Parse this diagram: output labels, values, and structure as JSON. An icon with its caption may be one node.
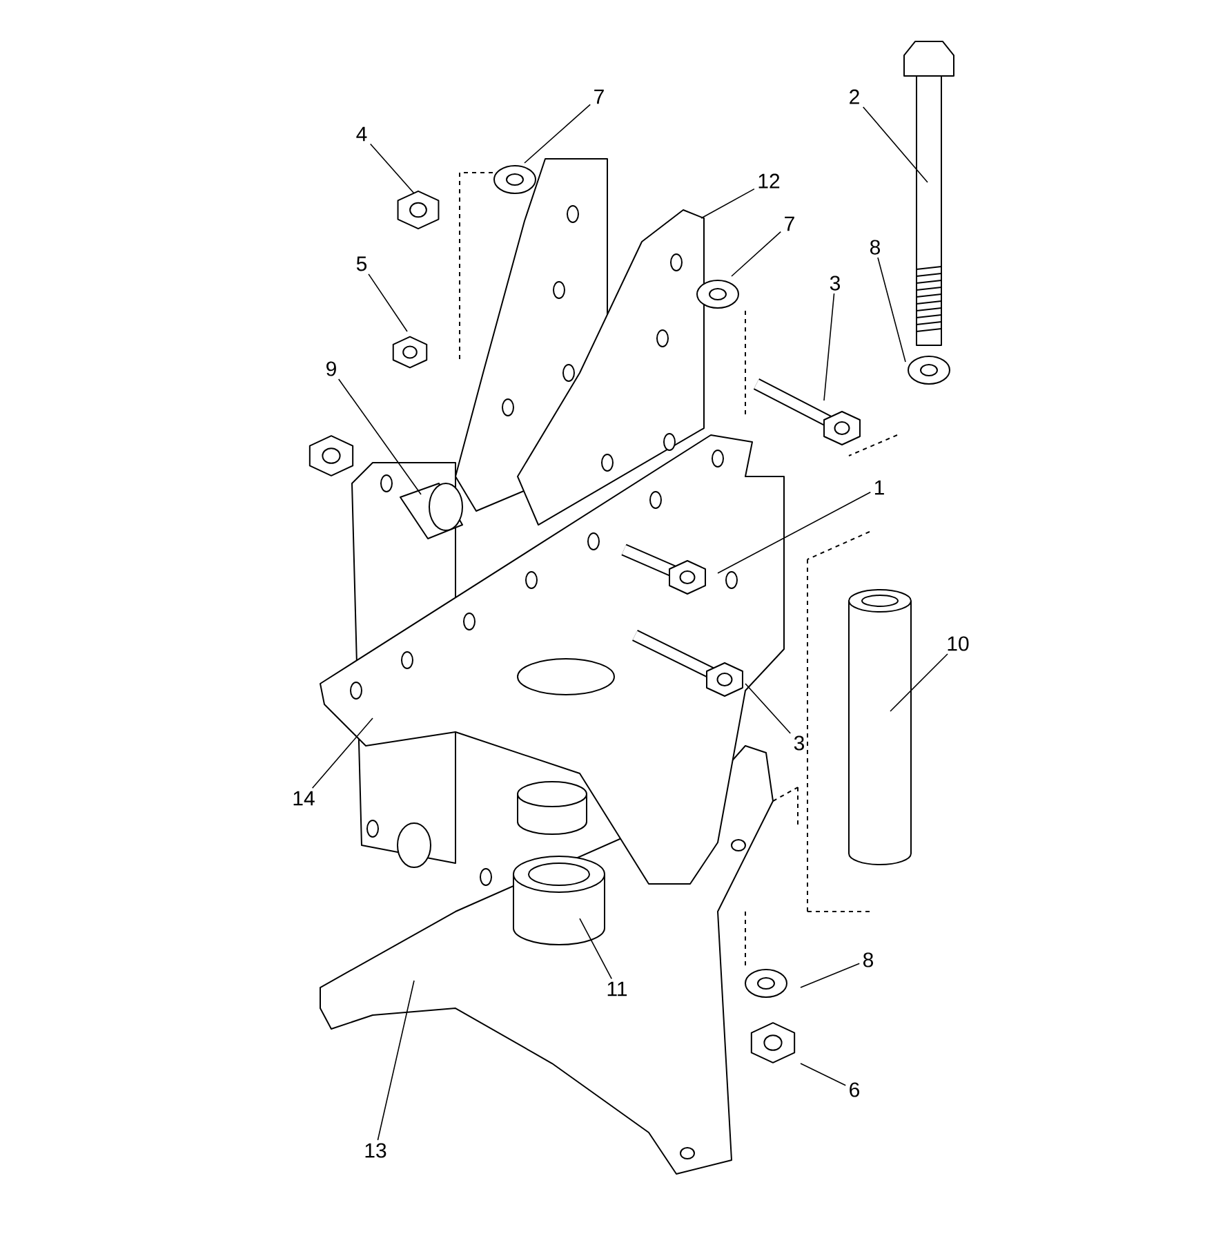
{
  "diagram": {
    "nodes": [
      {
        "text": [
          "7"
        ]
      },
      {
        "text": [
          "4"
        ]
      },
      {
        "text": [
          "12"
        ]
      },
      {
        "text": [
          "2"
        ]
      },
      {
        "text": [
          "7"
        ]
      },
      {
        "text": [
          "8"
        ]
      },
      {
        "text": [
          "5"
        ]
      },
      {
        "text": [
          "3"
        ]
      },
      {
        "text": [
          "9"
        ]
      },
      {
        "text": [
          "1"
        ]
      },
      {
        "text": [
          "10"
        ]
      },
      {
        "text": [
          "3"
        ]
      },
      {
        "text": [
          "14"
        ]
      },
      {
        "text": [
          "11"
        ]
      },
      {
        "text": [
          "8"
        ]
      },
      {
        "text": [
          "6"
        ]
      },
      {
        "text": [
          "13"
        ]
      }
    ],
    "edges": [
      {
        "from": 0,
        "to": null,
        "arrow": "none"
      },
      {
        "from": 1,
        "to": null,
        "arrow": "none"
      },
      {
        "from": 2,
        "to": null,
        "arrow": "none"
      },
      {
        "from": 3,
        "to": null,
        "arrow": "none"
      },
      {
        "from": 4,
        "to": null,
        "arrow": "none"
      },
      {
        "from": 5,
        "to": null,
        "arrow": "none"
      },
      {
        "from": 6,
        "to": null,
        "arrow": "none"
      },
      {
        "from": 7,
        "to": null,
        "arrow": "none"
      },
      {
        "from": 8,
        "to": null,
        "arrow": "none"
      },
      {
        "from": 9,
        "to": null,
        "arrow": "none"
      },
      {
        "from": 10,
        "to": null,
        "arrow": "none"
      },
      {
        "from": 11,
        "to": null,
        "arrow": "none"
      },
      {
        "from": 12,
        "to": null,
        "arrow": "none"
      },
      {
        "from": 13,
        "to": null,
        "arrow": "none"
      },
      {
        "from": 14,
        "to": null,
        "arrow": "none"
      },
      {
        "from": 15,
        "to": null,
        "arrow": "none"
      },
      {
        "from": 16,
        "to": null,
        "arrow": "none"
      }
    ]
  }
}
